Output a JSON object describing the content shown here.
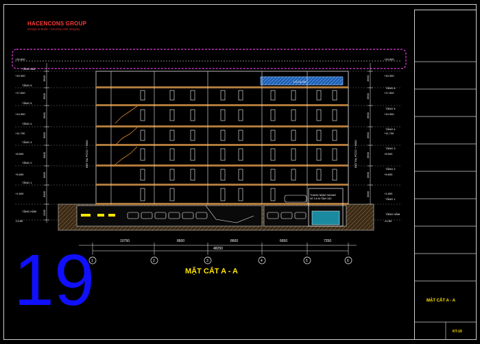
{
  "logo": {
    "brand": "HACENCONS GROUP",
    "tagline": "Design & Build - Develop with Integrity"
  },
  "drawing": {
    "section_title": "MẶT CẮT A - A",
    "note_staircase": "THANG NÂNG NGANG",
    "note_staircase_2": "XE 3.5 M TẦM CÁC",
    "note_roof": "LỎ CLAN",
    "note_shaft_left": "ĐẶT ĐẠ PCCC + 9500",
    "note_shaft_right": "ĐẶT ĐẠ PCCC + 9500",
    "level_labels": [
      "+20.800",
      "+15.300",
      "+17.600",
      "+14.900",
      "+11.700",
      "+8.500",
      "+5.600",
      "+1.600",
      "-3.150"
    ],
    "floor_labels": [
      "TẦNG MÁI",
      "TẦNG 6",
      "TẦNG 5",
      "TẦNG 4",
      "TẦNG 3",
      "TẦNG 2",
      "TẦNG 1",
      "TẦNG HẦM"
    ],
    "left_dims": [
      "3900",
      "3600",
      "3600",
      "3600",
      "3600",
      "3600",
      "3000",
      "3150"
    ],
    "right_dims": [
      "3900",
      "3600",
      "3600",
      "3600",
      "3600",
      "3600",
      "3000"
    ],
    "span_dims": [
      "10750",
      "8600",
      "8600",
      "6650",
      "7250"
    ],
    "total_dim": "48250",
    "axes": [
      "1",
      "2",
      "3",
      "4",
      "5",
      "6"
    ]
  },
  "titleblock": {
    "title": "MẶT CẮT A - A",
    "code": "KT-19"
  },
  "page_number": "19"
}
